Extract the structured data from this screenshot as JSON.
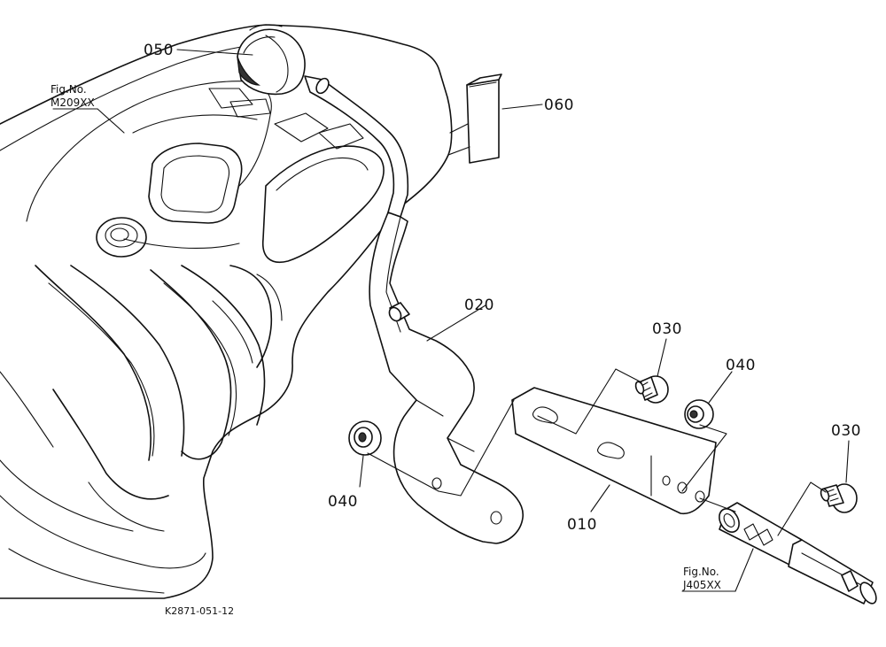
{
  "diagram": {
    "callouts": {
      "p050": "050",
      "p060": "060",
      "p020": "020",
      "p030a": "030",
      "p040a": "040",
      "p040b": "040",
      "p010": "010",
      "p030b": "030"
    },
    "references": {
      "ref1_label": "Fig.No.",
      "ref1_code": "M209XX",
      "ref2_label": "Fig.No.",
      "ref2_code": "J405XX"
    },
    "drawing_code": "K2871-051-12"
  }
}
